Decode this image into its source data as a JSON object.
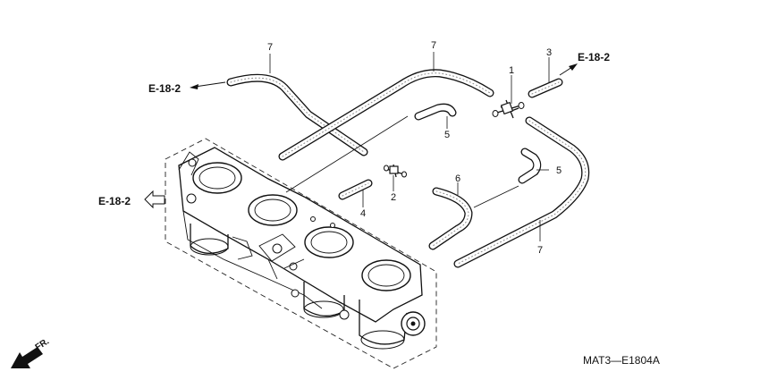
{
  "labels": {
    "part_1": "1",
    "part_2": "2",
    "part_3": "3",
    "part_4": "4",
    "part_5_upper": "5",
    "part_5_right": "5",
    "part_6": "6",
    "part_7_left": "7",
    "part_7_center": "7",
    "part_7_right": "7"
  },
  "references": {
    "ref_left_top": "E-18-2",
    "ref_left_mid": "E-18-2",
    "ref_right_top": "E-18-2"
  },
  "diagram_code": "MAT3—E1804A",
  "front_indicator": "FR."
}
